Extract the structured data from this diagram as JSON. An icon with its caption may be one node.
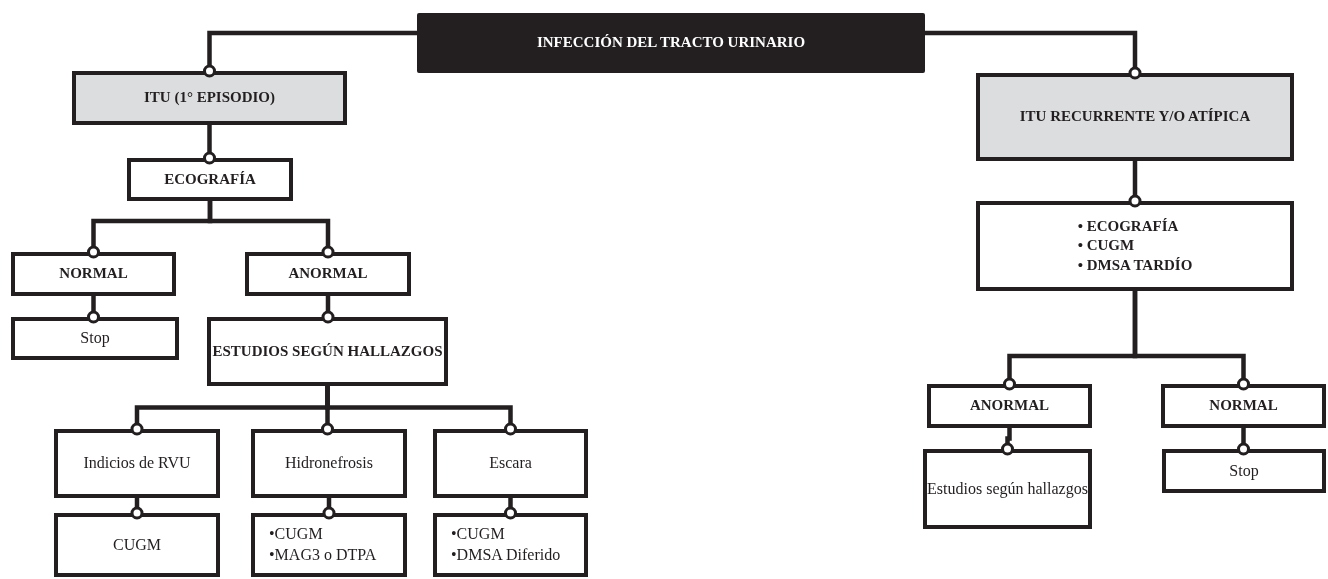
{
  "diagram": {
    "nodes": [
      {
        "text": [
          "INFECCIÓN DEL TRACTO URINARIO"
        ]
      },
      {
        "text": [
          "ITU (1° EPISODIO)"
        ]
      },
      {
        "text": [
          "ECOGRAFÍA"
        ]
      },
      {
        "text": [
          "NORMAL"
        ]
      },
      {
        "text": [
          "ANORMAL"
        ]
      },
      {
        "text": [
          "Stop"
        ]
      },
      {
        "text": [
          "ESTUDIOS SEGÚN HALLAZGOS"
        ]
      },
      {
        "text": [
          "Indicios de RVU"
        ]
      },
      {
        "text": [
          "Hidronefrosis"
        ]
      },
      {
        "text": [
          "Escara"
        ]
      },
      {
        "text": [
          "CUGM"
        ]
      },
      {
        "text": [
          "•CUGM",
          "•MAG3 o DTPA"
        ]
      },
      {
        "text": [
          "•CUGM",
          "•DMSA Diferido"
        ]
      },
      {
        "text": [
          "ITU RECURRENTE Y/O ATÍPICA"
        ]
      },
      {
        "text": [
          "• ECOGRAFÍA",
          "• CUGM",
          "• DMSA TARDÍO"
        ]
      },
      {
        "text": [
          "ANORMAL"
        ]
      },
      {
        "text": [
          "NORMAL"
        ]
      },
      {
        "text": [
          "Estudios según hallazgos"
        ]
      },
      {
        "text": [
          "Stop"
        ]
      }
    ],
    "edges": [
      {
        "from": 0,
        "to": 1,
        "arrow": "other"
      },
      {
        "from": 0,
        "to": 13,
        "arrow": "other"
      },
      {
        "from": 1,
        "to": 2,
        "arrow": "other"
      },
      {
        "from": 2,
        "to": 3,
        "arrow": "other"
      },
      {
        "from": 2,
        "to": 4,
        "arrow": "other"
      },
      {
        "from": 3,
        "to": 5,
        "arrow": "other"
      },
      {
        "from": 4,
        "to": 6,
        "arrow": "other"
      },
      {
        "from": 6,
        "to": 7,
        "arrow": "other"
      },
      {
        "from": 6,
        "to": 8,
        "arrow": "other"
      },
      {
        "from": 6,
        "to": 9,
        "arrow": "other"
      },
      {
        "from": 7,
        "to": 10,
        "arrow": "other"
      },
      {
        "from": 8,
        "to": 11,
        "arrow": "other"
      },
      {
        "from": 9,
        "to": 12,
        "arrow": "other"
      },
      {
        "from": 13,
        "to": 14,
        "arrow": "other"
      },
      {
        "from": 14,
        "to": 15,
        "arrow": "other"
      },
      {
        "from": 14,
        "to": 16,
        "arrow": "other"
      },
      {
        "from": 15,
        "to": 17,
        "arrow": "other"
      },
      {
        "from": 16,
        "to": 18,
        "arrow": "other"
      }
    ]
  }
}
